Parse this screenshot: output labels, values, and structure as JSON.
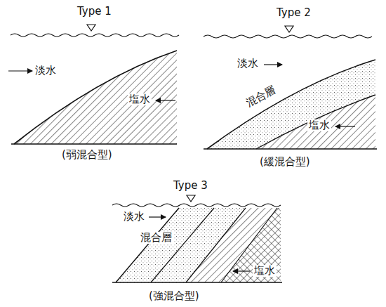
{
  "diagram": {
    "labels": [
      "Type 1",
      "淡水",
      "塩水",
      "(弱混合型)",
      "Type 2",
      "淡水",
      "混合層",
      "塩水",
      "(緩混合型)",
      "Type 3",
      "淡水",
      "混合層",
      "塩水",
      "(強混合型)"
    ]
  }
}
